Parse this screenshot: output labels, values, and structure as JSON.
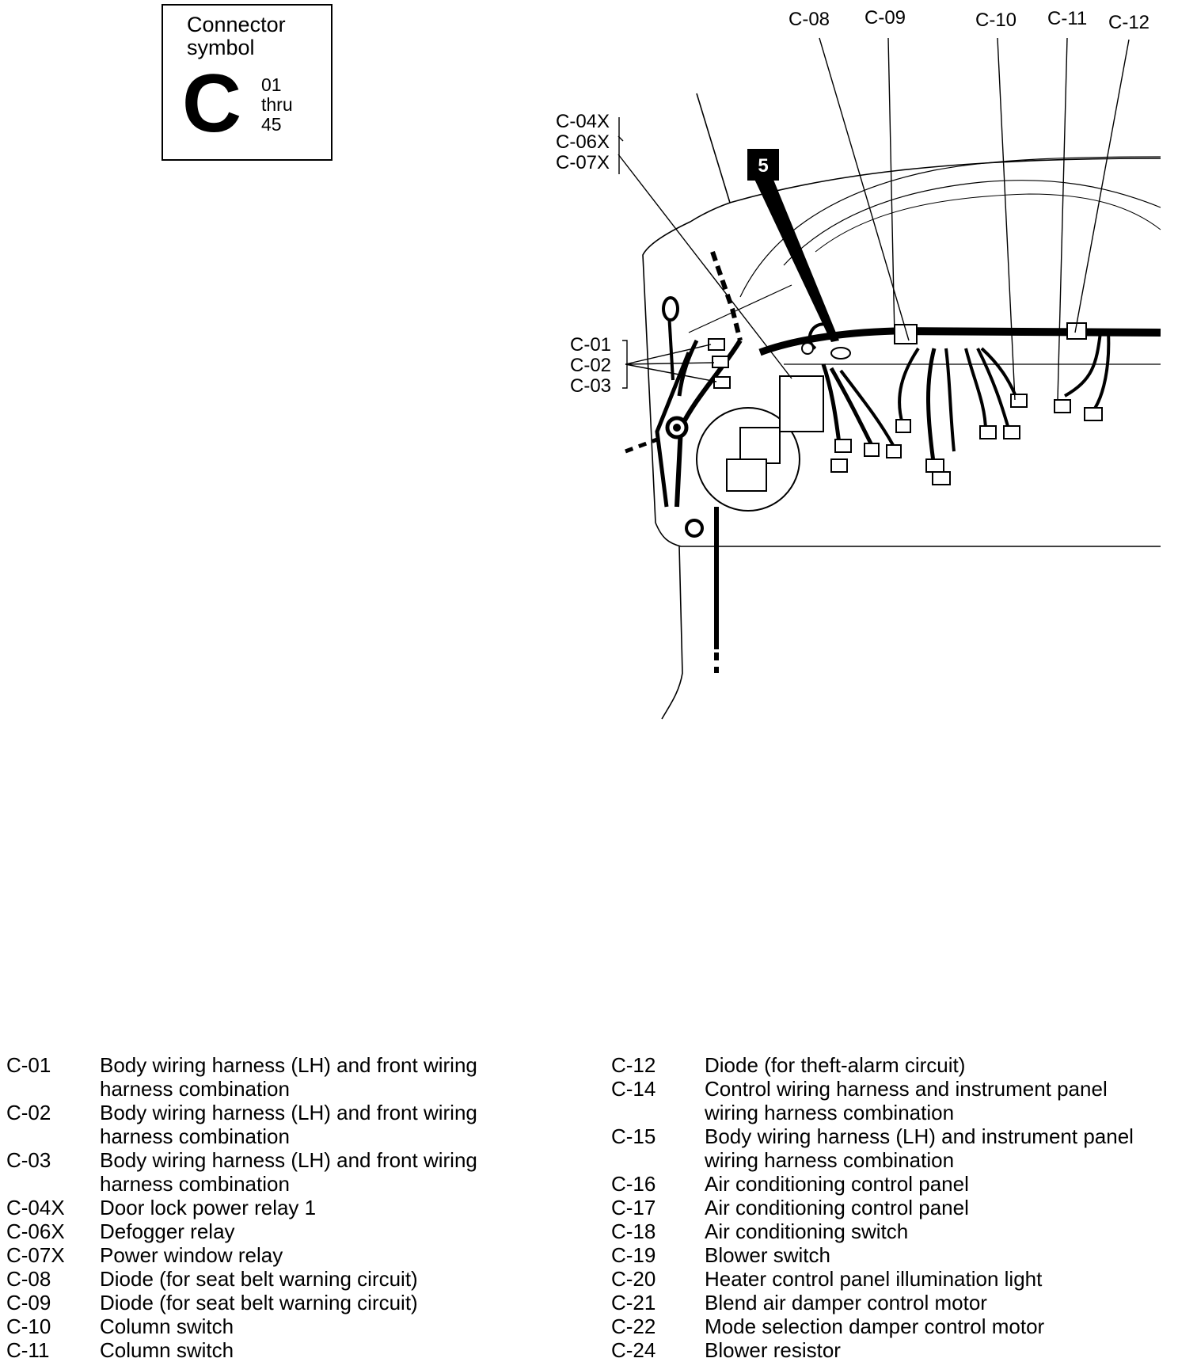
{
  "symbol": {
    "title": "Connector\nsymbol",
    "letter": "C",
    "range": "01\nthru\n45"
  },
  "diagram": {
    "callouts": {
      "c04x": "C-04X",
      "c06x": "C-06X",
      "c07x": "C-07X",
      "c01": "C-01",
      "c02": "C-02",
      "c03": "C-03",
      "c08": "C-08",
      "c09": "C-09",
      "c10": "C-10",
      "c11": "C-11",
      "c12": "C-12",
      "marker": "5"
    }
  },
  "legend": {
    "left": [
      {
        "code": "C-01",
        "desc": "Body wiring harness (LH) and front wiring\nharness combination"
      },
      {
        "code": "C-02",
        "desc": "Body wiring harness (LH) and front wiring\nharness combination"
      },
      {
        "code": "C-03",
        "desc": "Body wiring harness (LH) and front wiring\nharness combination"
      },
      {
        "code": "C-04X",
        "desc": "Door lock power relay 1"
      },
      {
        "code": "C-06X",
        "desc": "Defogger relay"
      },
      {
        "code": "C-07X",
        "desc": "Power window relay"
      },
      {
        "code": "C-08",
        "desc": "Diode (for seat belt warning circuit)"
      },
      {
        "code": "C-09",
        "desc": "Diode (for seat belt warning circuit)"
      },
      {
        "code": "C-10",
        "desc": "Column switch"
      },
      {
        "code": "C-11",
        "desc": "Column switch"
      }
    ],
    "right": [
      {
        "code": "C-12",
        "desc": "Diode (for theft-alarm circuit)"
      },
      {
        "code": "C-14",
        "desc": "Control wiring harness and instrument panel\nwiring harness combination"
      },
      {
        "code": "C-15",
        "desc": "Body wiring harness (LH) and instrument panel\nwiring harness combination"
      },
      {
        "code": "C-16",
        "desc": "Air conditioning control panel"
      },
      {
        "code": "C-17",
        "desc": "Air conditioning control panel"
      },
      {
        "code": "C-18",
        "desc": "Air conditioning switch"
      },
      {
        "code": "C-19",
        "desc": "Blower switch"
      },
      {
        "code": "C-20",
        "desc": "Heater control panel illumination light"
      },
      {
        "code": "C-21",
        "desc": "Blend air damper control motor"
      },
      {
        "code": "C-22",
        "desc": "Mode selection damper control motor"
      },
      {
        "code": "C-24",
        "desc": "Blower resistor"
      }
    ]
  }
}
